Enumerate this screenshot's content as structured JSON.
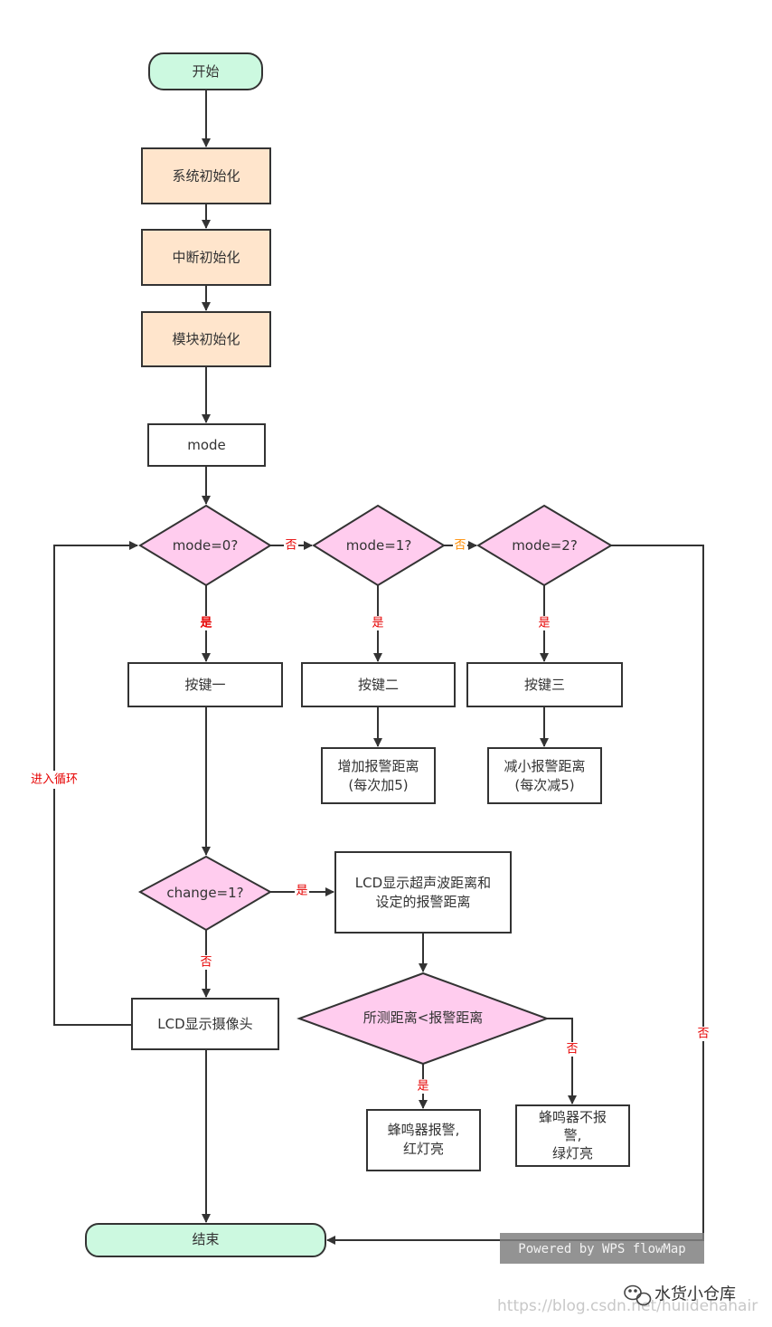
{
  "nodes": {
    "start": "开始",
    "sys_init": "系统初始化",
    "int_init": "中断初始化",
    "mod_init": "模块初始化",
    "mode": "mode",
    "mode0": "mode=0?",
    "mode1": "mode=1?",
    "mode2": "mode=2?",
    "key1": "按键一",
    "key2": "按键二",
    "key3": "按键三",
    "inc_line1": "增加报警距离",
    "inc_line2": "(每次加5)",
    "dec_line1": "减小报警距离",
    "dec_line2": "(每次减5)",
    "change": "change=1?",
    "lcd_dist_line1": "LCD显示超声波距离和",
    "lcd_dist_line2": "设定的报警距离",
    "compare": "所测距离<报警距离",
    "lcd_cam": "LCD显示摄像头",
    "alarm_line1": "蜂鸣器报警,",
    "alarm_line2": "红灯亮",
    "noalarm_line1": "蜂鸣器不报",
    "noalarm_line2": "警,",
    "noalarm_line3": "绿灯亮",
    "end": "结束"
  },
  "edge_labels": {
    "no_mode0": "否",
    "no_mode1": "否",
    "no_mode2": "否",
    "yes_mode0": "是",
    "yes_mode1": "是",
    "yes_mode2": "是",
    "yes_change": "是",
    "no_change": "否",
    "yes_compare": "是",
    "no_compare": "否",
    "loop": "进入循环"
  },
  "watermark": {
    "powered": "Powered by WPS flowMap",
    "url": "https://blog.csdn.net/huiidehahair",
    "brand": "水货小仓库"
  },
  "colors": {
    "terminal_fill": "#ccf9e0",
    "process_fill": "#ffe5cc",
    "decision_fill": "#ffccee",
    "stroke": "#333333",
    "label_red": "#e60000",
    "label_orange": "#ff8c00"
  }
}
